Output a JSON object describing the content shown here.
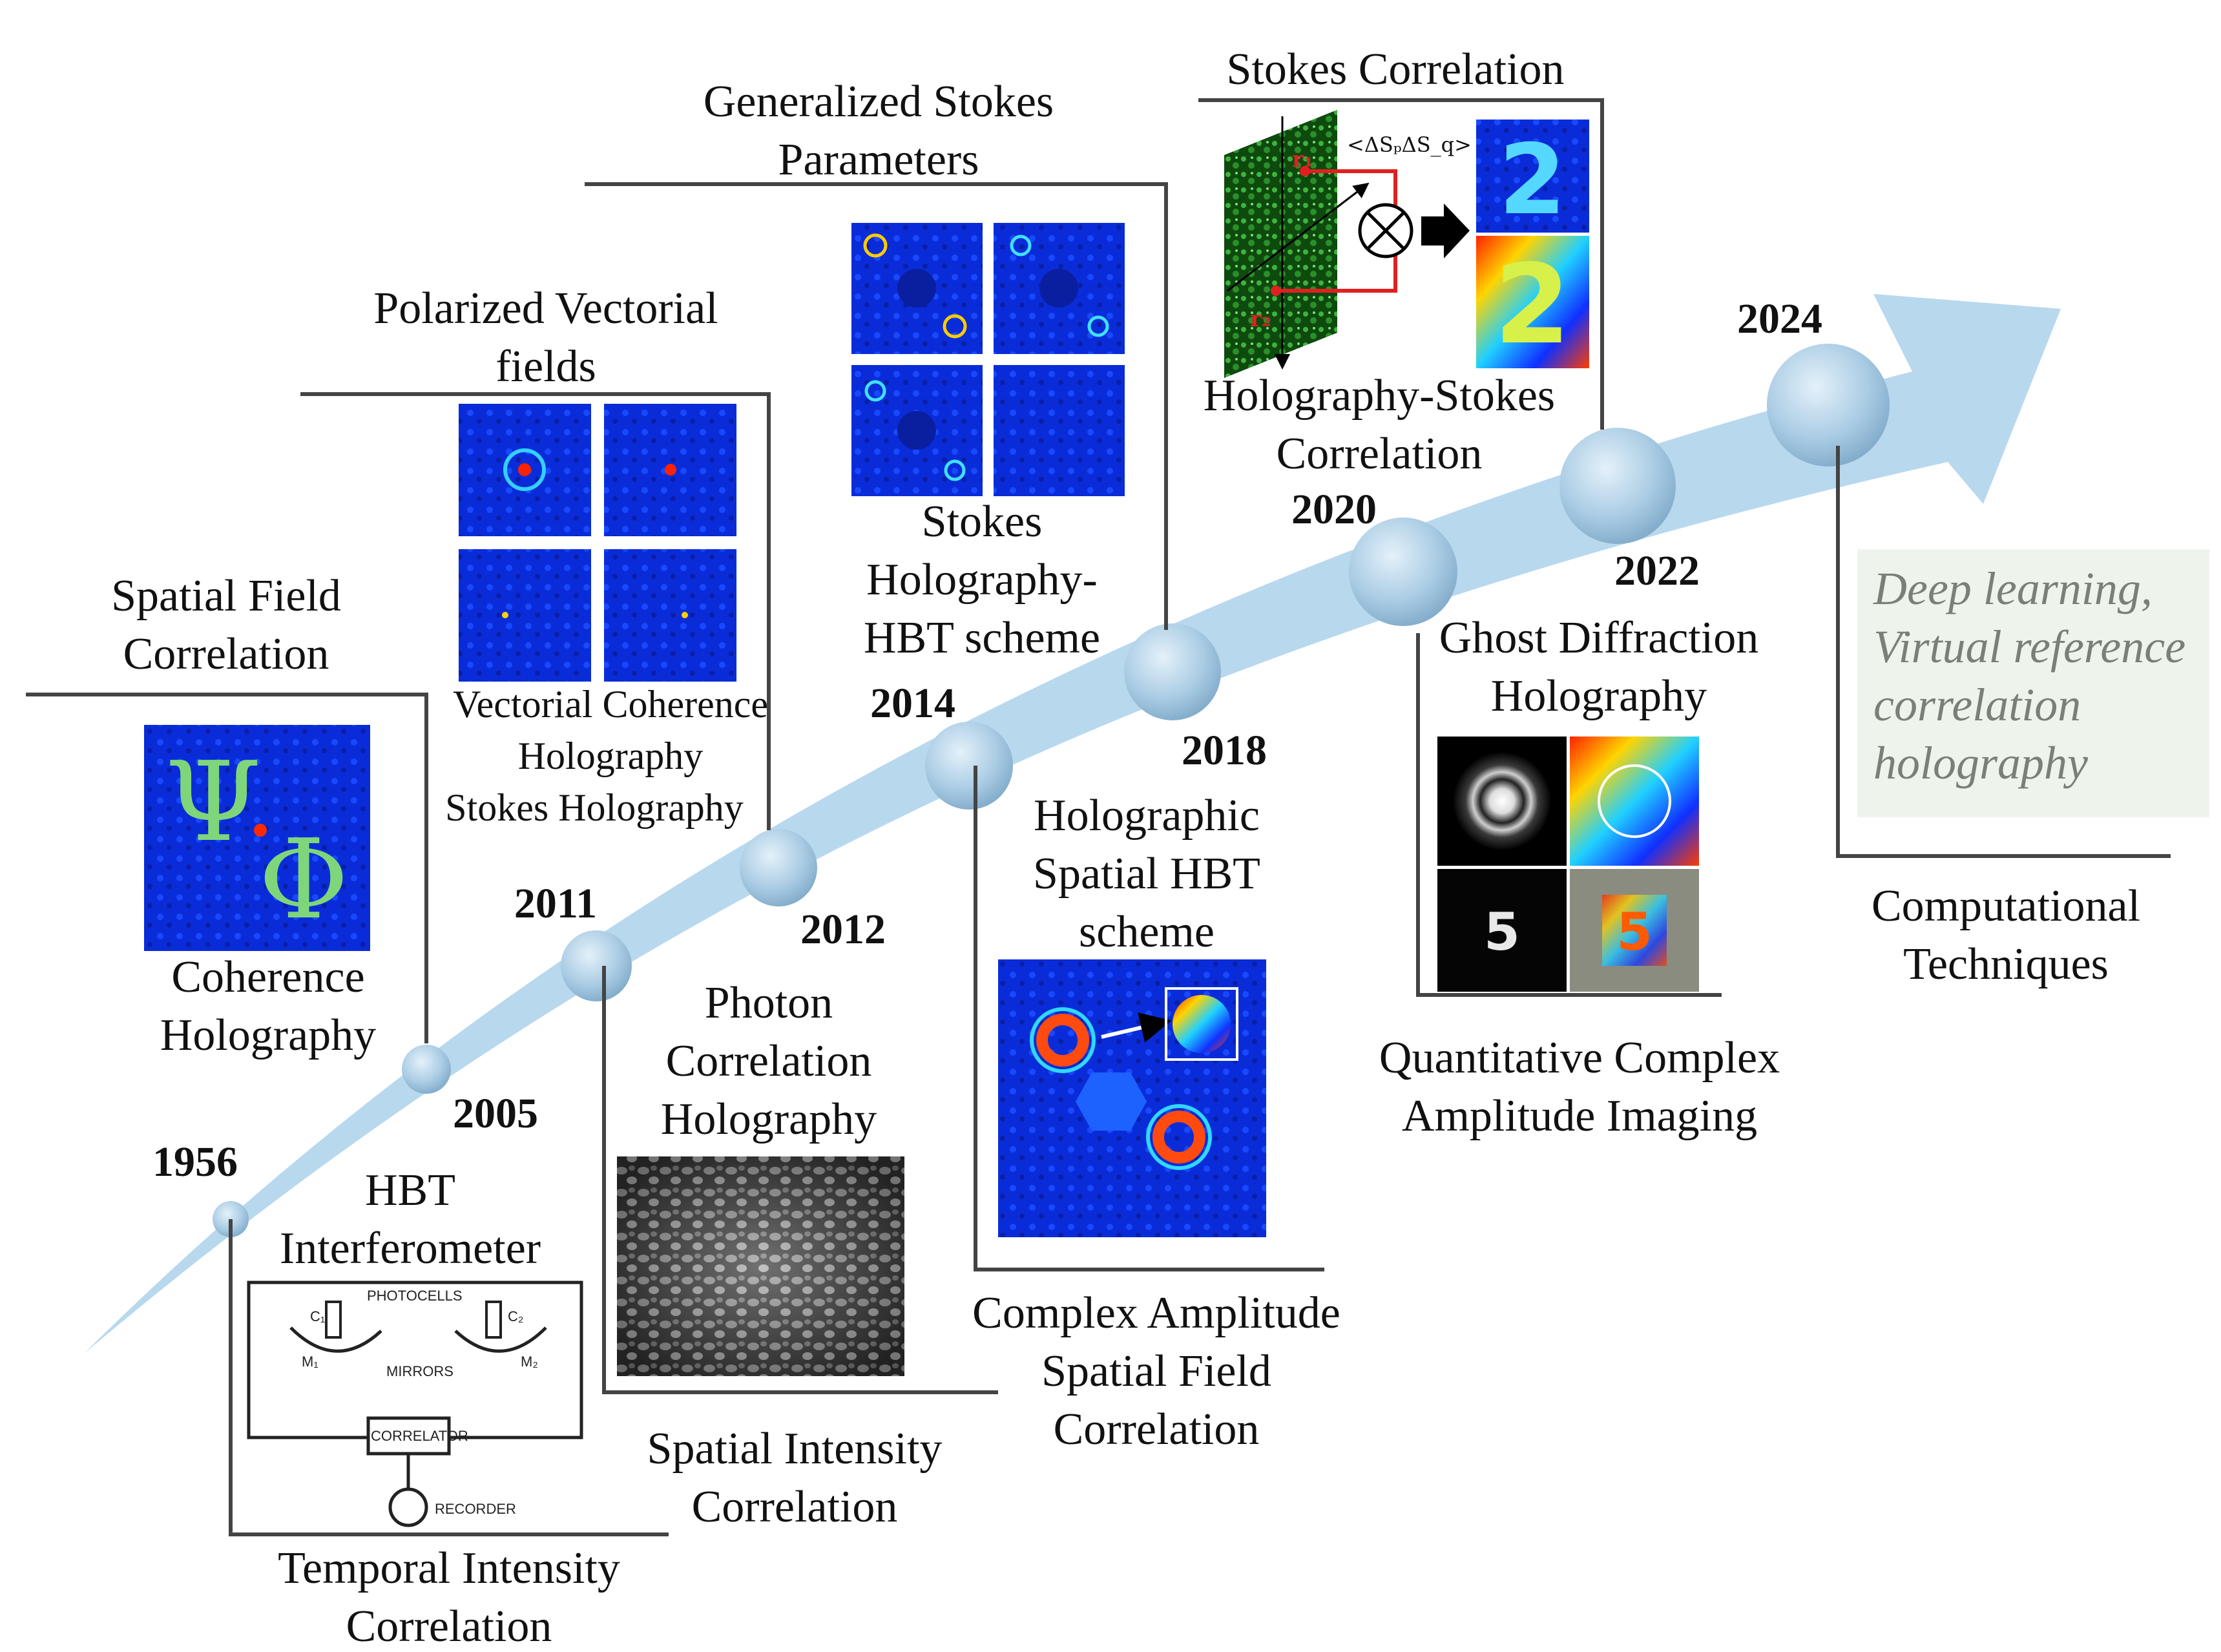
{
  "years": [
    "1956",
    "2005",
    "2011",
    "2012",
    "2014",
    "2018",
    "2020",
    "2022",
    "2024"
  ],
  "lower_labels": {
    "temporal_intensity": [
      "Temporal Intensity",
      "Correlation"
    ],
    "spatial_intensity": [
      "Spatial Intensity",
      "Correlation"
    ],
    "complex_amplitude": [
      "Complex Amplitude",
      "Spatial Field",
      "Correlation"
    ],
    "quantitative": [
      "Quantitative Complex",
      "Amplitude Imaging"
    ],
    "computational": [
      "Computational",
      "Techniques"
    ]
  },
  "upper_labels": {
    "spatial_field": [
      "Spatial Field",
      "Correlation"
    ],
    "polarized": [
      "Polarized Vectorial",
      "fields"
    ],
    "generalized_stokes": [
      "Generalized Stokes",
      "Parameters"
    ],
    "stokes_correlation": "Stokes Correlation"
  },
  "method_labels": {
    "hbt": [
      "HBT",
      "Interferometer"
    ],
    "coherence": [
      "Coherence",
      "Holography"
    ],
    "photon": [
      "Photon",
      "Correlation",
      "Holography"
    ],
    "vectorial": [
      "Vectorial Coherence",
      "Holography",
      "Stokes Holography"
    ],
    "stokes_hbt": [
      "Stokes",
      "Holography-",
      "HBT scheme"
    ],
    "holographic_hbt": [
      "Holographic",
      "Spatial HBT",
      "scheme"
    ],
    "holo_stokes": [
      "Holography-Stokes",
      "Correlation"
    ],
    "ghost": [
      "Ghost Diffraction",
      "Holography"
    ]
  },
  "future_box": [
    "Deep learning,",
    "Virtual reference",
    "correlation",
    "holography"
  ],
  "schematic": {
    "photocells": "PHOTOCELLS",
    "mirrors": "MIRRORS",
    "correlator": "CORRELATOR",
    "recorder": "RECORDER",
    "c1": "C₁",
    "c2": "C₂",
    "m1": "M₁",
    "m2": "M₂"
  },
  "stokes_formula": "<ΔSₚΔS_q>",
  "r1": "r₁",
  "r2": "r₂",
  "colors": {
    "arrow": "#b8d8ee",
    "node": "#a9cde6",
    "future_box": "#eef4ec",
    "jet_bg": "#0a2cd8",
    "green_map": "#1e7a1e"
  }
}
